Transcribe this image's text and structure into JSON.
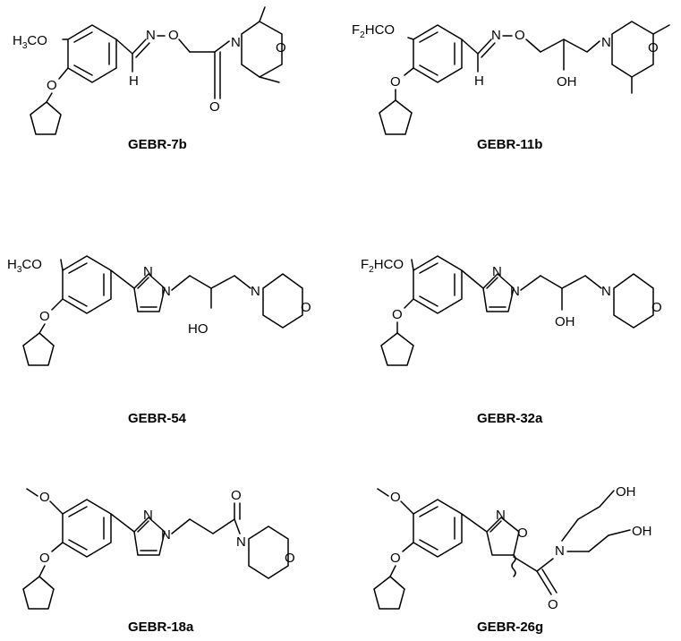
{
  "compounds": [
    {
      "name": "GEBR-7b"
    },
    {
      "name": "GEBR-11b"
    },
    {
      "name": "GEBR-54"
    },
    {
      "name": "GEBR-32a"
    },
    {
      "name": "GEBR-18a"
    },
    {
      "name": "GEBR-26g"
    }
  ],
  "atoms": {
    "H3CO_pre": "H",
    "sub3": "3",
    "CO_post": "CO",
    "F2HCO_pre": "F",
    "sub2": "2",
    "HCO_post": "HCO",
    "O": "O",
    "N": "N",
    "H": "H",
    "OH": "OH",
    "HO": "HO"
  }
}
